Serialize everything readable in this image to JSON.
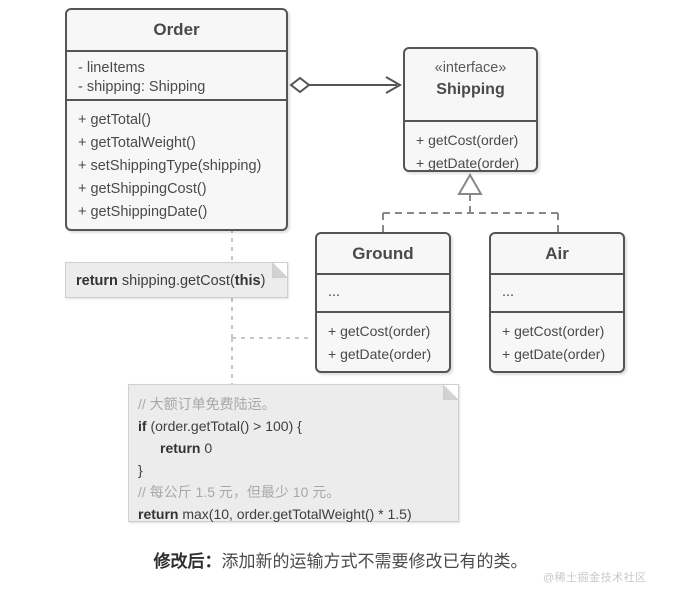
{
  "diagram": {
    "title": "Strategy pattern UML class diagram",
    "classes": {
      "order": {
        "name": "Order",
        "attributes": [
          "- lineItems",
          "- shipping: Shipping"
        ],
        "methods": [
          "+ getTotal()",
          "+ getTotalWeight()",
          "+ setShippingType(shipping)",
          "+ getShippingCost()",
          "+ getShippingDate()"
        ]
      },
      "shipping": {
        "stereotype": "«interface»",
        "name": "Shipping",
        "methods": [
          "+ getCost(order)",
          "+ getDate(order)"
        ]
      },
      "ground": {
        "name": "Ground",
        "attributes": [
          "..."
        ],
        "methods": [
          "+ getCost(order)",
          "+ getDate(order)"
        ]
      },
      "air": {
        "name": "Air",
        "attributes": [
          "..."
        ],
        "methods": [
          "+ getCost(order)",
          "+ getDate(order)"
        ]
      }
    },
    "notes": {
      "order_note": {
        "segments": [
          {
            "text": "return",
            "style": "kw"
          },
          {
            "text": " shipping.getCost(",
            "style": "plain"
          },
          {
            "text": "this",
            "style": "kw"
          },
          {
            "text": ")",
            "style": "plain"
          }
        ],
        "plain_text": "return shipping.getCost(this)"
      },
      "ground_note": {
        "lines": [
          "// 大额订单免费陆运。",
          "if (order.getTotal() > 100) {",
          "    return 0",
          "}",
          "// 每公斤 1.5 元，但最少 10 元。",
          "return max(10, order.getTotalWeight() * 1.5)"
        ],
        "line1_comment": "// 大额订单免费陆运。",
        "line2_kw": "if",
        "line2_rest": " (order.getTotal() > 100) {",
        "line3_kw": "return",
        "line3_rest": " 0",
        "line4": "}",
        "line5_comment": "// 每公斤 1.5 元，但最少 10 元。",
        "line6_kw": "return",
        "line6_rest": " max(10, order.getTotalWeight() * 1.5)"
      }
    },
    "relations": [
      {
        "type": "aggregation",
        "from": "Order",
        "to": "Shipping",
        "marker": "hollow-diamond"
      },
      {
        "type": "realization",
        "from": "Ground",
        "to": "Shipping",
        "marker": "hollow-triangle-dashed"
      },
      {
        "type": "realization",
        "from": "Air",
        "to": "Shipping",
        "marker": "hollow-triangle-dashed"
      }
    ]
  },
  "caption": {
    "label": "修改后：",
    "text": "添加新的运输方式不需要修改已有的类。"
  },
  "watermark": {
    "text": "@稀土掘金技术社区"
  },
  "colors": {
    "box_fill": "#f7f7f7",
    "box_border": "#555555",
    "note_fill": "#ececec",
    "note_border": "#cfcfcf",
    "text": "#4a4a4a",
    "comment": "#a8a8a8",
    "wire": "#555555",
    "dashed_wire": "#b9b9b9"
  }
}
